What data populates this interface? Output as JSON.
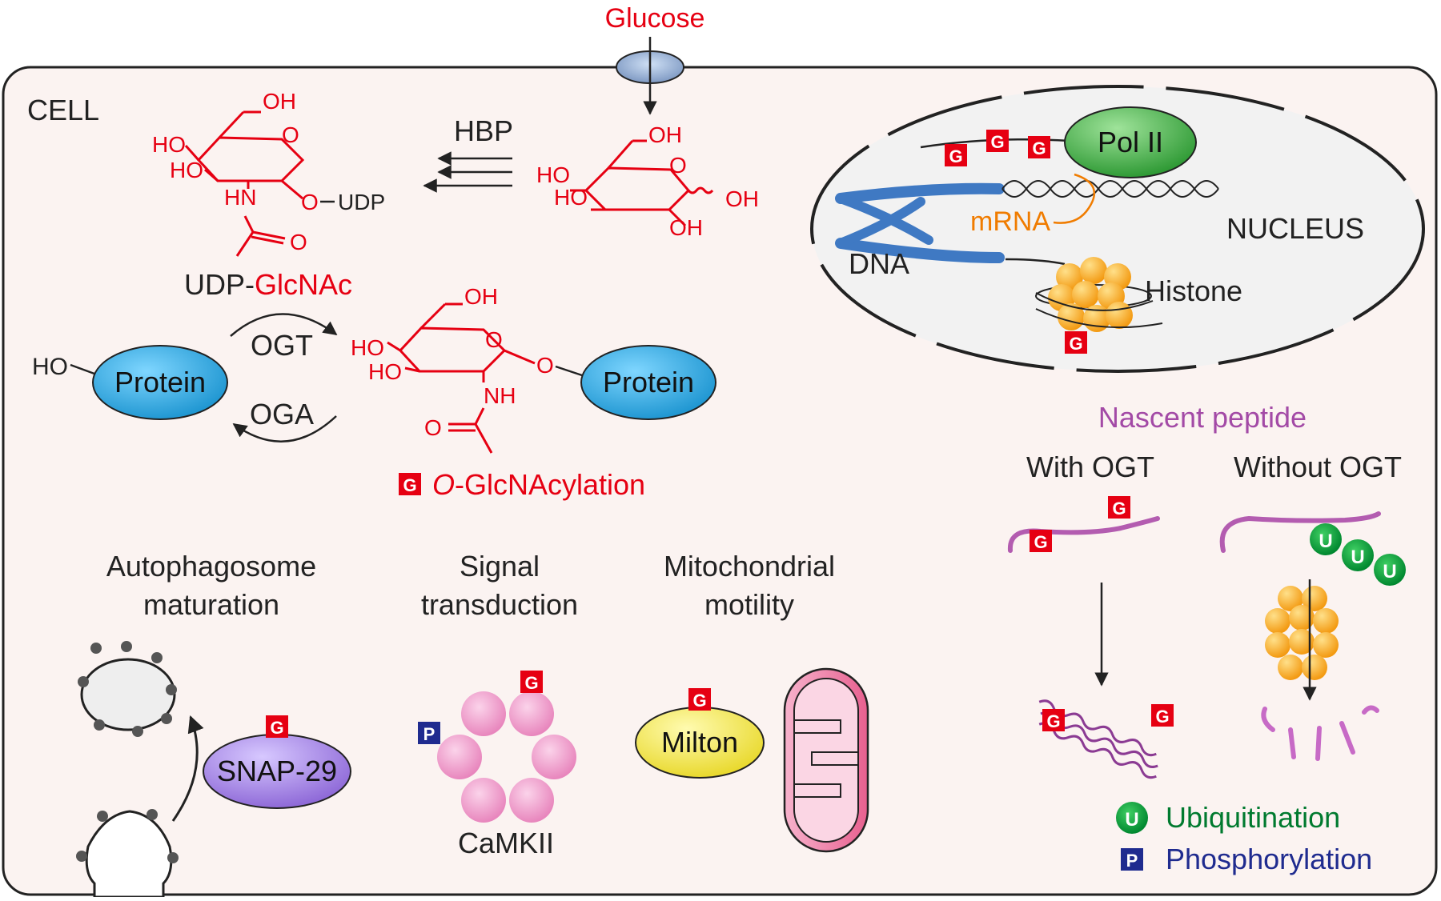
{
  "colors": {
    "red": "#e60012",
    "cell_fill": "#fbf3f1",
    "nucleus_fill": "#f2f2f2",
    "protein_blue": "#29a9e0",
    "pol_green": "#3cae3c",
    "histone_orange": "#f7a81b",
    "snap_purple": "#a78be2",
    "milton_yellow": "#f5ea52",
    "camk_pink": "#ef9fcb",
    "mito_pink": "#ea6f9f",
    "mrna_orange": "#f07c00",
    "dna_blue": "#3f79c3",
    "peptide_purple": "#b35cb0",
    "ubiq_green": "#009c3b",
    "phos_blue": "#1f2b8f"
  },
  "glucose": {
    "label": "Glucose"
  },
  "cell": {
    "label": "CELL"
  },
  "hbp": {
    "label": "HBP"
  },
  "udp_glcnac": {
    "prefix": "UDP-",
    "suffix": "GlcNAc"
  },
  "chem": {
    "oh": "OH",
    "ho": "HO",
    "o": "O",
    "hn": "HN",
    "nh": "NH",
    "udp": "UDP"
  },
  "enzymes": {
    "ogt": "OGT",
    "oga": "OGA"
  },
  "protein": {
    "label": "Protein",
    "ho": "HO"
  },
  "badges": {
    "g": "G",
    "p": "P",
    "u": "U"
  },
  "oglcnac": {
    "italic": "O",
    "rest": "-GlcNAcylation"
  },
  "nucleus": {
    "label": "NUCLEUS",
    "pol2": "Pol II",
    "mrna": "mRNA",
    "dna": "DNA",
    "histone": "Histone"
  },
  "nascent": {
    "title": "Nascent peptide",
    "with_ogt": "With OGT",
    "without_ogt": "Without OGT"
  },
  "functions": {
    "autophagy_line1": "Autophagosome",
    "autophagy_line2": "maturation",
    "signal_line1": "Signal",
    "signal_line2": "transduction",
    "mito_line1": "Mitochondrial",
    "mito_line2": "motility"
  },
  "proteins": {
    "snap29": "SNAP-29",
    "camkii": "CaMKII",
    "milton": "Milton"
  },
  "legend": {
    "ubiquitination": "Ubiquitination",
    "phosphorylation": "Phosphorylation"
  }
}
